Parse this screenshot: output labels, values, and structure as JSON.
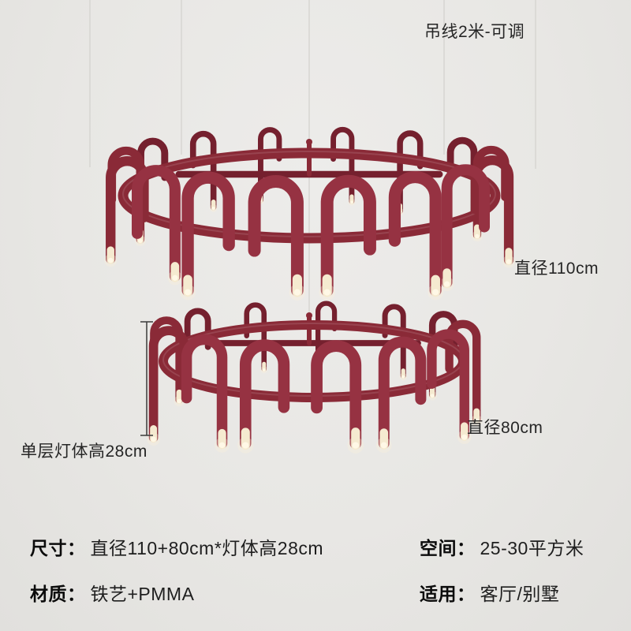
{
  "background": "#e8e7e4",
  "colors": {
    "tube_dark": "#75202e",
    "tube_mid": "#8a2a37",
    "tube_light": "#963242",
    "led_warm": "#f5ead0",
    "led_bright": "#fff8e6",
    "wire": "#d9d8d4",
    "measure_line": "#3a3a3a",
    "text": "#262626"
  },
  "annotations": {
    "wire_length": "吊线2米-可调",
    "diameter_large": "直径110cm",
    "diameter_small": "直径80cm",
    "single_layer_height": "单层灯体高28cm"
  },
  "specs": {
    "size_label": "尺寸：",
    "size_value": "直径110+80cm*灯体高28cm",
    "space_label": "空间：",
    "space_value": "25-30平方米",
    "material_label": "材质：",
    "material_value": "铁艺+PMMA",
    "usage_label": "适用：",
    "usage_value": "客厅/别墅"
  }
}
